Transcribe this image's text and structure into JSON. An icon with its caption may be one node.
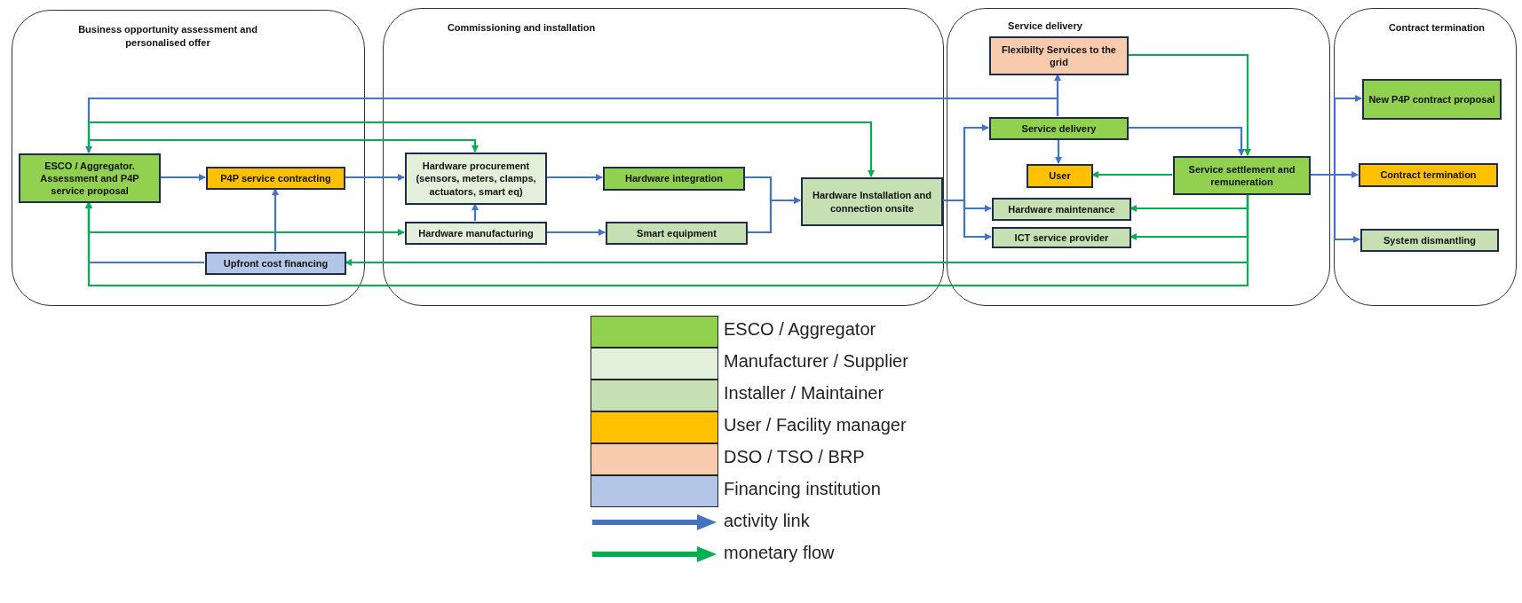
{
  "diagram": {
    "nodes": [
      {
        "text": [
          "Business opportunity assessment and personalised offer"
        ]
      },
      {
        "text": [
          "ESCO / Aggregator. Assessment and P4P service proposal"
        ],
        "in": 0
      },
      {
        "text": [
          "P4P service contracting"
        ],
        "in": 0
      },
      {
        "text": [
          "Upfront cost financing"
        ],
        "in": 0
      },
      {
        "text": [
          "Commissioning and installation"
        ]
      },
      {
        "text": [
          "Hardware procurement (sensors, meters, clamps, actuators, smart eq)"
        ],
        "in": 4
      },
      {
        "text": [
          "Hardware manufacturing"
        ],
        "in": 4
      },
      {
        "text": [
          "Hardware integration"
        ],
        "in": 4
      },
      {
        "text": [
          "Smart equipment"
        ],
        "in": 4
      },
      {
        "text": [
          "Hardware Installation and connection onsite"
        ],
        "in": 4
      },
      {
        "text": [
          "Service delivery"
        ]
      },
      {
        "text": [
          "Flexibilty Services to the grid"
        ],
        "in": 10
      },
      {
        "text": [
          "Service delivery"
        ],
        "in": 10
      },
      {
        "text": [
          "User"
        ],
        "in": 10
      },
      {
        "text": [
          "Service settlement and remuneration"
        ],
        "in": 10
      },
      {
        "text": [
          "Hardware maintenance"
        ],
        "in": 10
      },
      {
        "text": [
          "ICT service provider"
        ],
        "in": 10
      },
      {
        "text": [
          "Contract termination"
        ]
      },
      {
        "text": [
          "New P4P contract proposal"
        ],
        "in": 17
      },
      {
        "text": [
          "Contract termination"
        ],
        "in": 17
      },
      {
        "text": [
          "System dismantling"
        ],
        "in": 17
      }
    ],
    "edges": [
      {
        "from": 1,
        "to": 2,
        "arrow": "to"
      },
      {
        "from": 2,
        "to": 5,
        "arrow": "to"
      },
      {
        "from": 3,
        "to": 2,
        "arrow": "to"
      },
      {
        "from": 3,
        "to": 1,
        "arrow": "to"
      },
      {
        "from": 12,
        "to": 1,
        "arrow": "to"
      },
      {
        "from": 1,
        "to": 9,
        "arrow": "to",
        "color": "#00b050"
      },
      {
        "from": 1,
        "to": 5,
        "arrow": "to",
        "color": "#00b050"
      },
      {
        "from": 1,
        "to": 6,
        "arrow": "to",
        "color": "#00b050"
      },
      {
        "from": 14,
        "to": 3,
        "arrow": "to",
        "color": "#00b050"
      },
      {
        "from": 14,
        "to": 1,
        "arrow": "to",
        "color": "#00b050"
      },
      {
        "from": 6,
        "to": 5,
        "arrow": "to"
      },
      {
        "from": 5,
        "to": 7,
        "arrow": "to"
      },
      {
        "from": 6,
        "to": 8,
        "arrow": "to"
      },
      {
        "from": 7,
        "to": 9,
        "arrow": "to"
      },
      {
        "from": 8,
        "to": 9,
        "arrow": "to"
      },
      {
        "from": 9,
        "to": 12,
        "arrow": "to"
      },
      {
        "from": 9,
        "to": 15,
        "arrow": "to"
      },
      {
        "from": 9,
        "to": 16,
        "arrow": "to"
      },
      {
        "from": 12,
        "to": 11,
        "arrow": "to"
      },
      {
        "from": 12,
        "to": 13,
        "arrow": "to"
      },
      {
        "from": 12,
        "to": 14,
        "arrow": "to"
      },
      {
        "from": 11,
        "to": 14,
        "arrow": "to",
        "color": "#00b050"
      },
      {
        "from": 14,
        "to": 13,
        "arrow": "to",
        "color": "#00b050"
      },
      {
        "from": 14,
        "to": 15,
        "arrow": "to",
        "color": "#00b050"
      },
      {
        "from": 14,
        "to": 16,
        "arrow": "to",
        "color": "#00b050"
      },
      {
        "from": 14,
        "to": 18,
        "arrow": "to"
      },
      {
        "from": 14,
        "to": 19,
        "arrow": "to"
      },
      {
        "from": 14,
        "to": 20,
        "arrow": "to"
      }
    ],
    "legend": [
      {
        "text": "ESCO / Aggregator",
        "color": "#92d050"
      },
      {
        "text": "Manufacturer / Supplier",
        "color": "#e2efda"
      },
      {
        "text": "Installer / Maintainer",
        "color": "#c6e0b4"
      },
      {
        "text": "User / Facility manager",
        "color": "#ffc000"
      },
      {
        "text": "DSO / TSO / BRP",
        "color": "#f8cbad"
      },
      {
        "text": "Financing institution",
        "color": "#b4c6e7"
      },
      {
        "text": "activity link"
      },
      {
        "text": "monetary flow"
      }
    ]
  }
}
